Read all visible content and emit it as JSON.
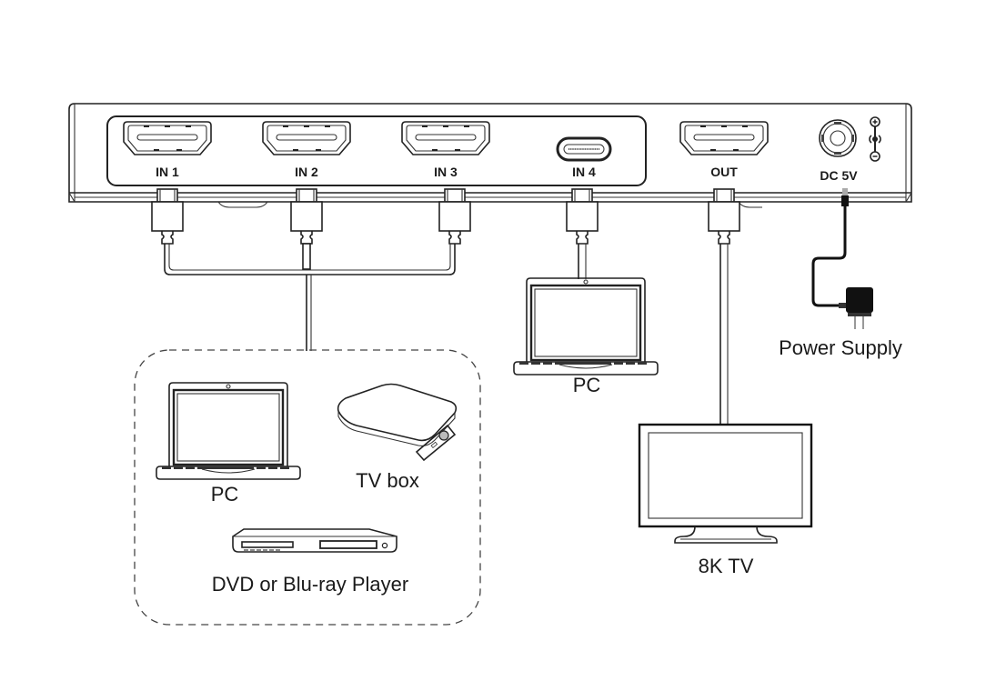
{
  "diagram": {
    "device": {
      "ports": [
        {
          "id": "in1",
          "label": "IN 1",
          "type": "HDMI"
        },
        {
          "id": "in2",
          "label": "IN 2",
          "type": "HDMI"
        },
        {
          "id": "in3",
          "label": "IN 3",
          "type": "HDMI"
        },
        {
          "id": "in4",
          "label": "IN 4",
          "type": "USB-C"
        },
        {
          "id": "out",
          "label": "OUT",
          "type": "HDMI"
        },
        {
          "id": "dc",
          "label": "DC 5V",
          "type": "DC barrel"
        }
      ],
      "polarity_icon": "center-positive-polarity-icon"
    },
    "sources_group": {
      "devices": [
        {
          "label": "PC",
          "icon": "laptop-icon"
        },
        {
          "label": "TV box",
          "icon": "tv-box-icon"
        },
        {
          "label": "DVD or Blu-ray Player",
          "icon": "disc-player-icon"
        }
      ]
    },
    "in4_device": {
      "label": "PC",
      "icon": "laptop-icon"
    },
    "output_device": {
      "label": "8K TV",
      "icon": "tv-icon"
    },
    "power": {
      "label": "Power Supply",
      "icon": "power-adapter-icon"
    },
    "colors": {
      "line": "#222222",
      "background": "#ffffff",
      "adapter": "#111111"
    }
  }
}
